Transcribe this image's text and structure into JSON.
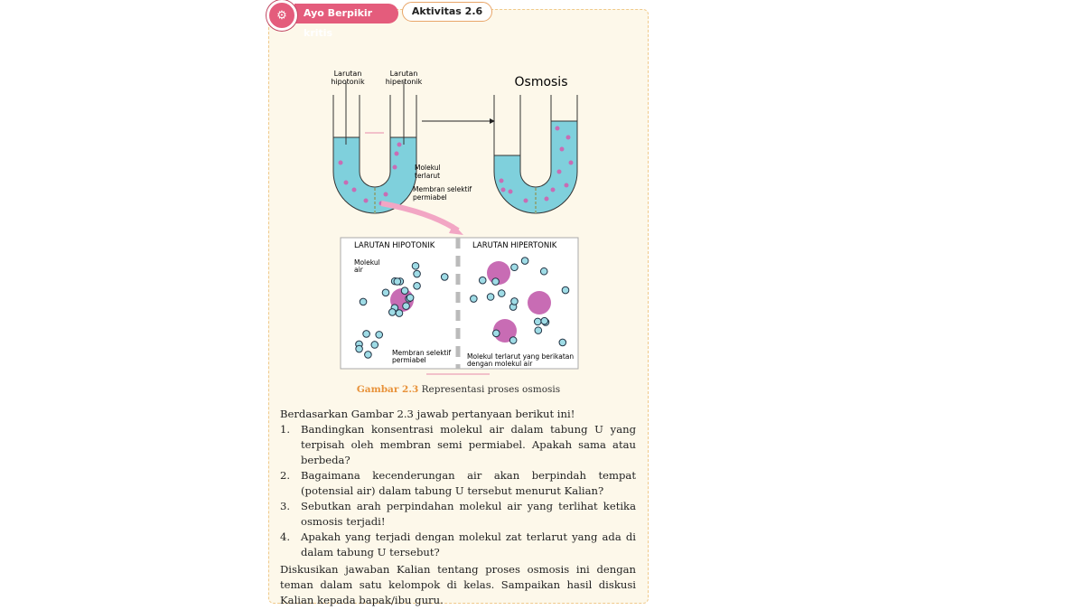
{
  "header": {
    "badge_label": "Ayo Berpikir kritis",
    "activity_label": "Aktivitas 2.6"
  },
  "figure": {
    "top": {
      "label_hipo": [
        "Larutan",
        "hipotonik"
      ],
      "label_hiper": [
        "Larutan",
        "hipertonik"
      ],
      "title": "Osmosis",
      "label_molekul": [
        "Molekul",
        "terlarut"
      ],
      "label_membran": [
        "Membran selektif",
        "permiabel"
      ]
    },
    "bottom": {
      "left_title": "LARUTAN HIPOTONIK",
      "right_title": "LARUTAN HIPERTONIK",
      "label_air": [
        "Molekul",
        "air"
      ],
      "label_membran": [
        "Membran selektif",
        "permiabel"
      ],
      "label_bound": [
        "Molekul terlarut yang berikatan",
        "dengan molekul air"
      ]
    },
    "caption_num": "Gambar 2.3",
    "caption_text": " Representasi proses osmosis"
  },
  "content": {
    "intro": "Berdasarkan Gambar 2.3 jawab pertanyaan berikut ini!",
    "questions": [
      {
        "n": "1.",
        "t": "Bandingkan konsentrasi molekul air dalam tabung U yang terpisah oleh membran semi permiabel. Apakah sama atau berbeda?"
      },
      {
        "n": "2.",
        "t": "Bagaimana kecenderungan air akan berpindah tempat (potensial air) dalam tabung U tersebut menurut Kalian?"
      },
      {
        "n": "3.",
        "t": "Sebutkan arah perpindahan molekul air yang terlihat ketika osmosis terjadi!"
      },
      {
        "n": "4.",
        "t": "Apakah yang terjadi dengan molekul zat terlarut yang ada di dalam tabung U tersebut?"
      }
    ],
    "closing": "Diskusikan jawaban Kalian tentang proses osmosis ini dengan teman dalam satu kelompok di kelas. Sampaikan hasil diskusi Kalian kepada bapak/ibu guru."
  },
  "colors": {
    "accent": "#e45c7c",
    "water": "#7fd0dc",
    "solute": "#c86cb4",
    "caption": "#e8923a"
  }
}
